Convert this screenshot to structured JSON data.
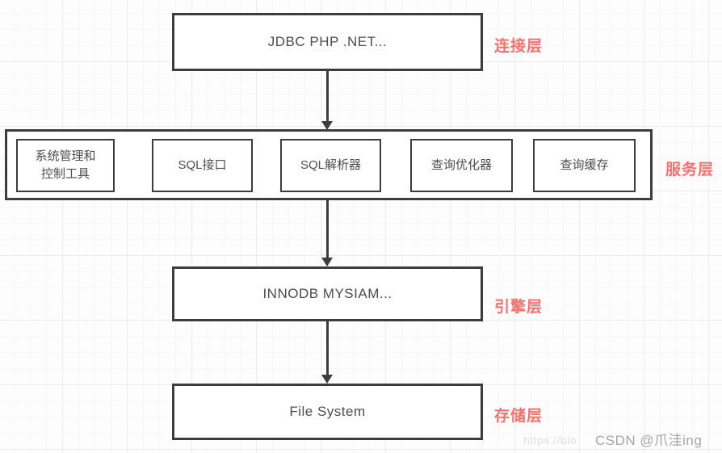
{
  "diagram": {
    "layers": {
      "connection": {
        "box_label": "JDBC PHP .NET...",
        "layer_label": "连接层"
      },
      "service": {
        "layer_label": "服务层",
        "components": [
          "系统管理和\n控制工具",
          "SQL接口",
          "SQL解析器",
          "查询优化器",
          "查询缓存"
        ]
      },
      "engine": {
        "box_label": "INNODB MYSIAM...",
        "layer_label": "引擎层"
      },
      "storage": {
        "box_label": "File System",
        "layer_label": "存储层"
      }
    },
    "colors": {
      "layer_label_red": "#f9706c",
      "box_border": "#3d3d3d",
      "box_text": "#4d4d4d"
    }
  },
  "watermark": {
    "site": "CSDN @爪洼ing",
    "url_fragment": "https://blo"
  }
}
